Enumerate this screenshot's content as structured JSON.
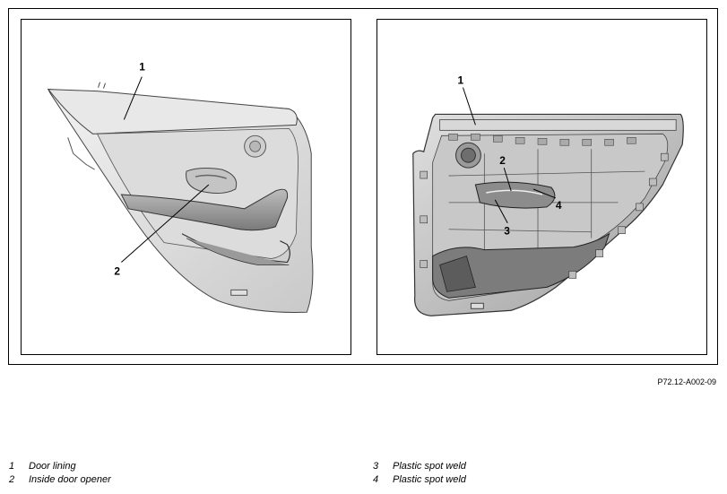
{
  "figure_code": "P72.12-A002-09",
  "left_view": {
    "callouts": [
      "1",
      "2"
    ]
  },
  "right_view": {
    "callouts": [
      "1",
      "2",
      "3",
      "4"
    ]
  },
  "legend": [
    {
      "number": "1",
      "label": "Door lining"
    },
    {
      "number": "2",
      "label": "Inside door opener"
    },
    {
      "number": "3",
      "label": "Plastic spot weld"
    },
    {
      "number": "4",
      "label": "Plastic spot weld"
    }
  ]
}
